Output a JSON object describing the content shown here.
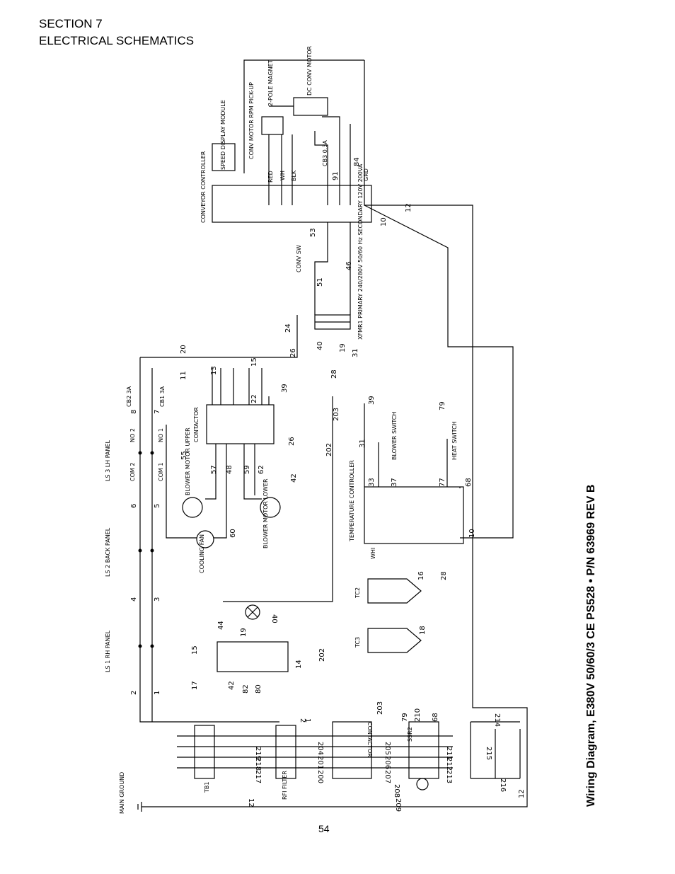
{
  "header": {
    "section": "SECTION 7",
    "title": "ELECTRICAL SCHEMATICS"
  },
  "diagram_title": "Wiring Diagram, E380V 50/60/3 CE PS528 • P/N 63969 REV B",
  "page_number": "54",
  "components": {
    "conveyor_controller": "CONVEYOR CONTROLLER",
    "speed_display": "SPEED DISPLAY MODULE",
    "rpm_pickup": "CONV MOTOR RPM PICK-UP",
    "magnet": "2-POLE MAGNET",
    "dc_motor": "DC CONV MOTOR",
    "cb3": "CB3 0.3A",
    "conv_sw": "CONV SW",
    "transformer": "XFMR1 PRIMARY 240/280V 50/60 Hz SECONDARY 120V 200VA",
    "contactor_top": "CONTACTOR",
    "cb2": "CB2 3A",
    "cb1": "CB1 3A",
    "blower_switch": "BLOWER SWITCH",
    "heat_switch": "HEAT SWITCH",
    "blower_upper": "BLOWER MOTOR UPPER",
    "blower_lower": "BLOWER MOTOR LOWER",
    "cooling_fan": "COOLING FAN",
    "temp_controller": "TEMPERATURE CONTROLLER",
    "tc2": "TC2",
    "tc3": "TC3",
    "ls3": "LS 3 LH PANEL",
    "ls2": "LS 2 BACK PANEL",
    "ls1": "LS 1 RH PANEL",
    "tb1": "TB1",
    "rfi": "RFI FILTER",
    "contactor_bottom": "CONTACTOR",
    "ssr2": "SSR2",
    "main_ground": "MAIN GROUND"
  },
  "wire_numbers": {
    "w2": "2",
    "w1": "1",
    "w3": "3",
    "w4": "4",
    "w5": "5",
    "w6": "6",
    "w7": "7",
    "w8": "8",
    "w10": "10",
    "w11": "11",
    "w12": "12",
    "w13": "13",
    "w14": "14",
    "w15": "15",
    "w16": "16",
    "w17": "17",
    "w18": "18",
    "w19": "19",
    "w20": "20",
    "w22": "22",
    "w24": "24",
    "w26": "26",
    "w28": "28",
    "w31": "31",
    "w33": "33",
    "w37": "37",
    "w39": "39",
    "w40": "40",
    "w42": "42",
    "w44": "44",
    "w46": "46",
    "w48": "48",
    "w51": "51",
    "w53": "53",
    "w55": "55",
    "w57": "57",
    "w59": "59",
    "w60": "60",
    "w62": "62",
    "w68": "68",
    "w77": "77",
    "w79": "79",
    "w80": "80",
    "w82": "82",
    "w84": "84",
    "w91": "91",
    "w200": "200",
    "w201": "201",
    "w202": "202",
    "w203": "203",
    "w204": "204",
    "w205": "205",
    "w206": "206",
    "w207": "207",
    "w208": "208",
    "w209": "209",
    "w210": "210",
    "w211": "211",
    "w212": "212",
    "w213": "213",
    "w214": "214",
    "w215": "215",
    "w216": "216",
    "w217": "217",
    "w218": "218",
    "w219": "219"
  },
  "terminals": {
    "wh": "WH",
    "red": "RED",
    "blk": "BLK",
    "grd": "GRD",
    "whi": "WHI",
    "com1": "COM 1",
    "com2": "COM 2",
    "no1": "NO 1",
    "no2": "NO 2"
  }
}
